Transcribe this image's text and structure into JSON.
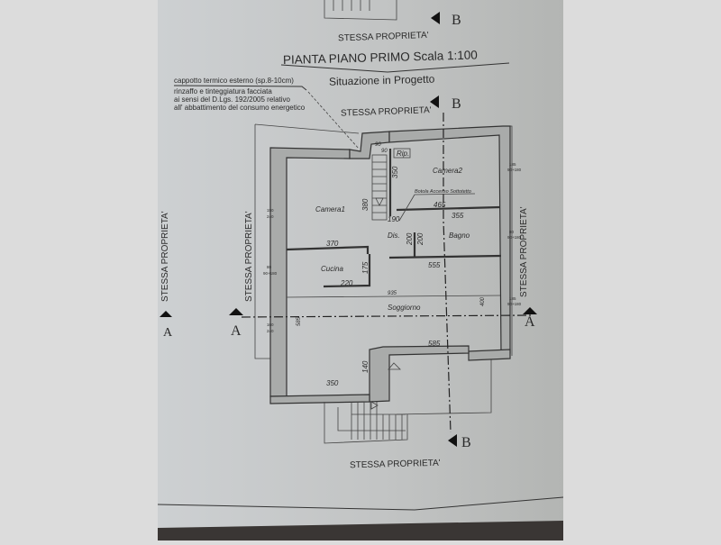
{
  "plan": {
    "title": "PIANTA PIANO PRIMO  Scala 1:100",
    "subtitle": "Situazione in Progetto",
    "notes": [
      "cappotto termico esterno (sp.8-10cm)",
      "rinzaffo e tinteggiatura facciata",
      "ai sensi del D.Lgs. 192/2005 relativo",
      "all' abbattimento del consumo energetico"
    ],
    "neighbor_label": "STESSA PROPRIETA'",
    "section_a": "A",
    "section_b": "B",
    "rooms": {
      "camera1": "Camera1",
      "camera2": "Camera2",
      "rip": "Rip.",
      "botola": "Botola Accesso Sottotetto",
      "dis": "Dis.",
      "bagno": "Bagno",
      "cucina": "Cucina",
      "soggiorno": "Soggiorno"
    },
    "dimensions": {
      "d350a": "350",
      "d380": "380",
      "d190": "190",
      "d465": "465",
      "d355": "355",
      "d200a": "200",
      "d200b": "200",
      "d370": "370",
      "d555": "555",
      "d175": "175",
      "d220": "220",
      "d935": "935",
      "d585a": "585",
      "d400": "400",
      "d585b": "585",
      "d140": "140",
      "d350b": "350",
      "d90a": "90",
      "d90b": "90"
    },
    "windows": {
      "w1a": "150",
      "w1b": "240",
      "w2a": "80",
      "w2b": "90+180",
      "w3a": "160",
      "w3b": "240",
      "w4a": "185",
      "w4b": "90+180",
      "w5a": "80",
      "w5b": "90+180",
      "w6a": "185",
      "w6b": "90+180"
    }
  }
}
